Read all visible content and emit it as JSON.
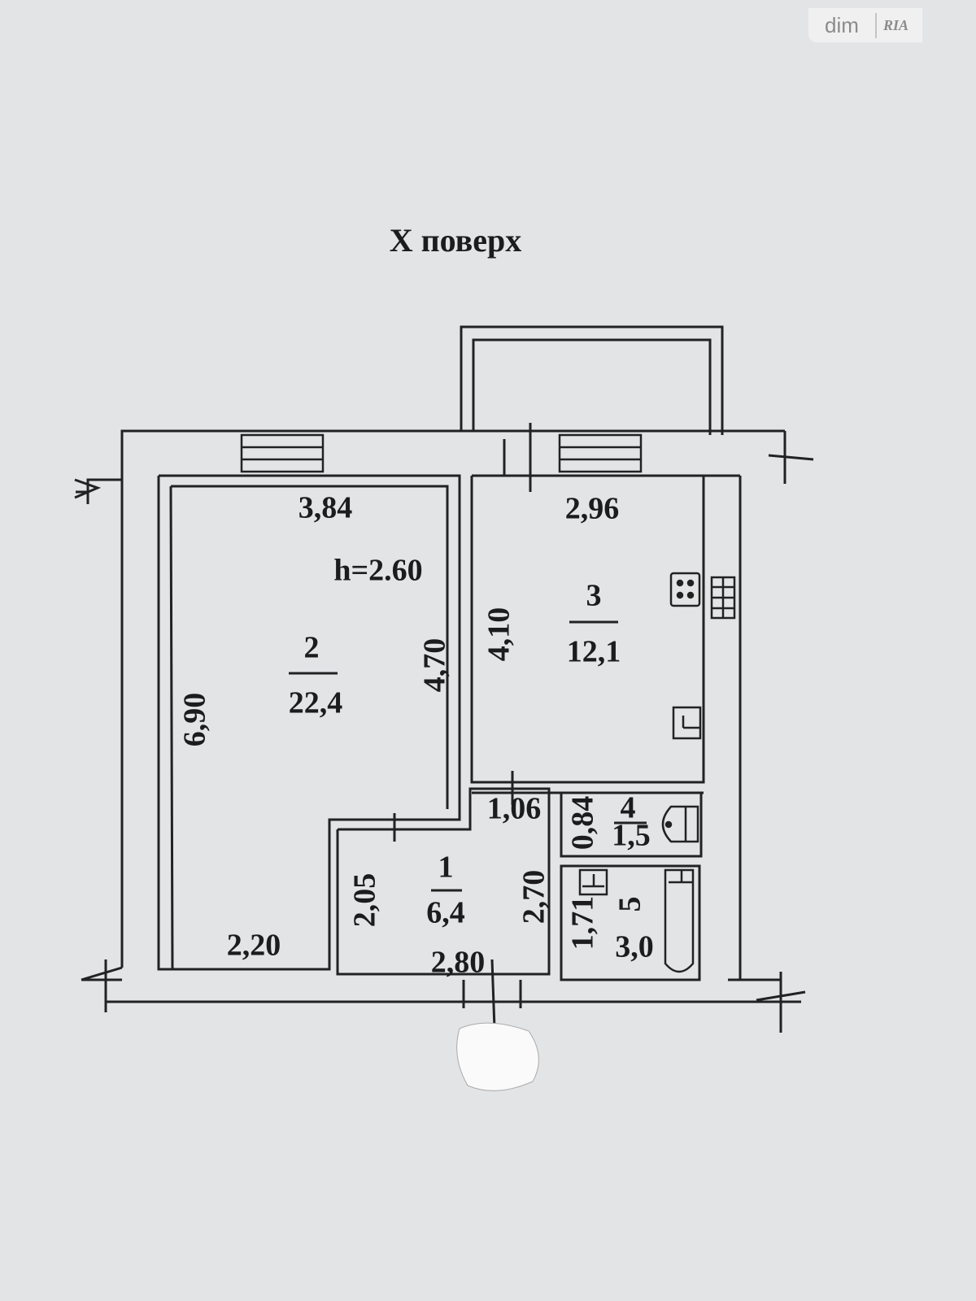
{
  "title": "X поверх",
  "watermark": {
    "left": "dim",
    "right": "RIA"
  },
  "ceiling_height": "h=2.60",
  "rooms": [
    {
      "number": "1",
      "area": "6,4",
      "dims": [
        "2,05",
        "2,70",
        "2,80",
        "1,06"
      ]
    },
    {
      "number": "2",
      "area": "22,4",
      "dims": [
        "3,84",
        "4,70",
        "6,90",
        "2,20"
      ]
    },
    {
      "number": "3",
      "area": "12,1",
      "dims": [
        "2,96",
        "4,10"
      ]
    },
    {
      "number": "4",
      "area": "1,5",
      "dims": [
        "0,84"
      ]
    },
    {
      "number": "5",
      "area": "3,0",
      "dims": [
        "1,71"
      ]
    }
  ]
}
